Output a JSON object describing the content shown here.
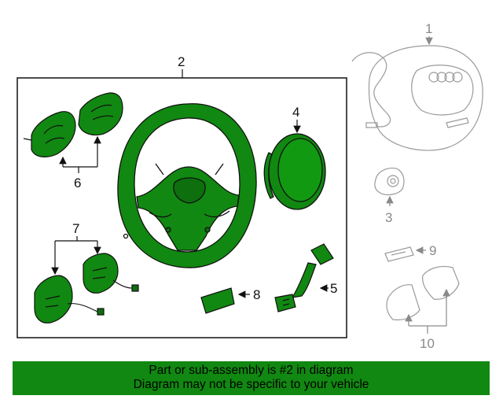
{
  "callouts": {
    "c1": "1",
    "c2": "2",
    "c3": "3",
    "c4": "4",
    "c5": "5",
    "c6": "6",
    "c7": "7",
    "c8": "8",
    "c9": "9",
    "c10": "10"
  },
  "banner": {
    "line1": "Part or sub-assembly is #2 in diagram",
    "line2": "Diagram may not be specific to your vehicle"
  },
  "colors": {
    "highlight": "#118811",
    "ghost_line": "#9a9a9a",
    "outline": "#111111"
  }
}
